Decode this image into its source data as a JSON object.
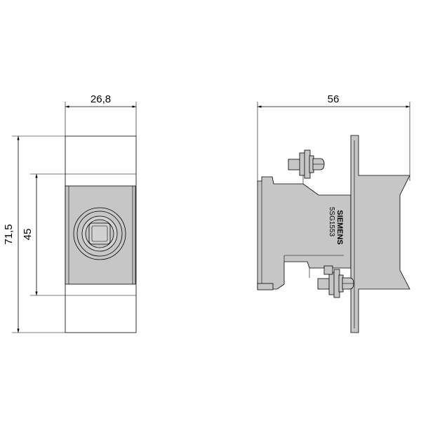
{
  "colors": {
    "line": "#000000",
    "part_fill": "#c6c6c6",
    "background": "#ffffff"
  },
  "front_view": {
    "width_dim": "26,8",
    "height_outer_dim": "71,5",
    "height_inner_dim": "45"
  },
  "side_view": {
    "width_dim": "56",
    "brand": "SIEMENS",
    "part_number": "5SG1553"
  }
}
